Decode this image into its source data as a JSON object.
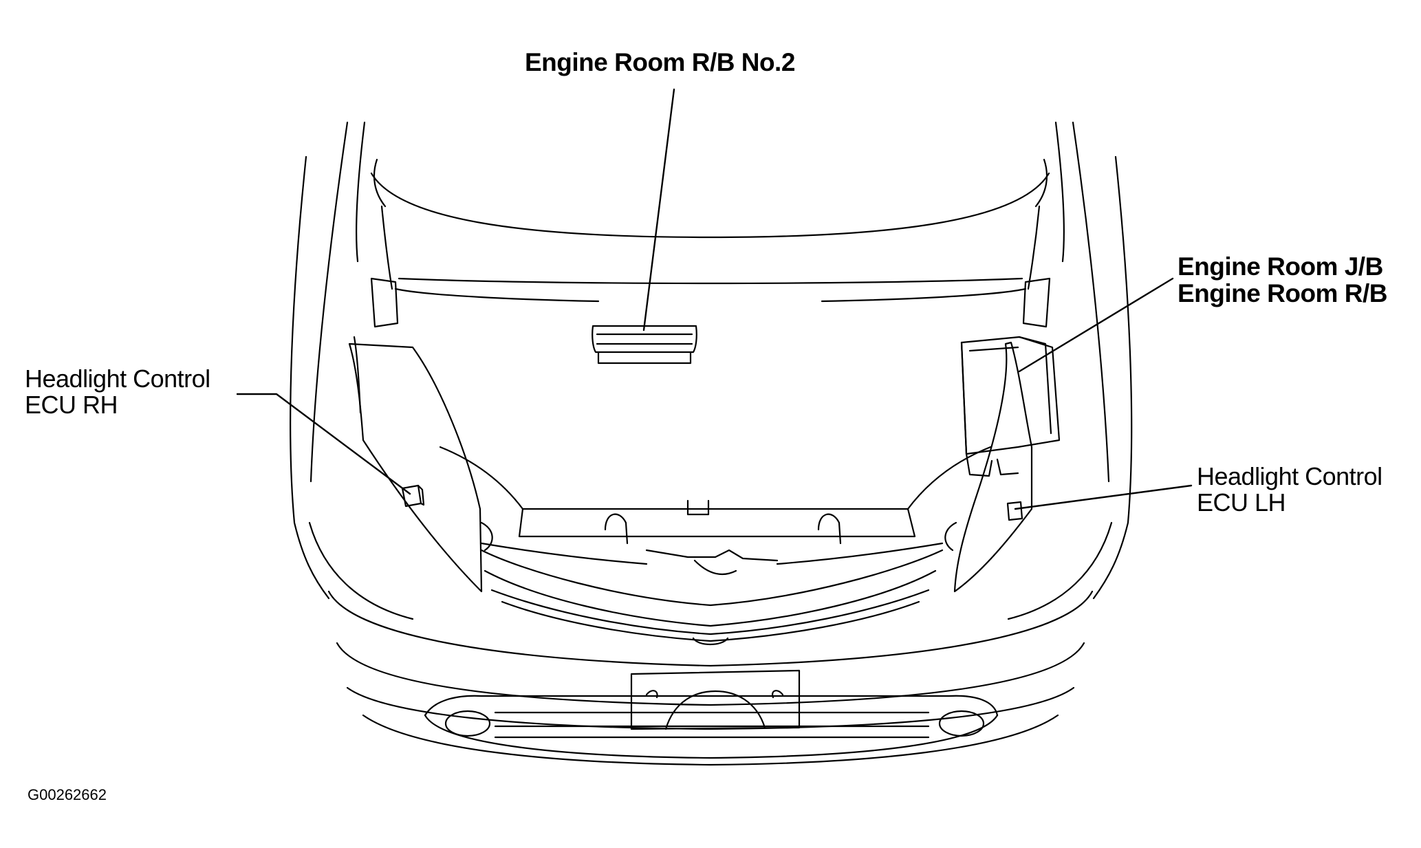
{
  "labels": {
    "engine_room_rb2": "Engine Room R/B No.2",
    "engine_room_jb": "Engine Room J/B",
    "engine_room_rb": "Engine Room R/B",
    "headlight_rh_line1": "Headlight Control",
    "headlight_rh_line2": "ECU RH",
    "headlight_lh_line1": "Headlight Control",
    "headlight_lh_line2": "ECU LH"
  },
  "figure_id": "G00262662"
}
